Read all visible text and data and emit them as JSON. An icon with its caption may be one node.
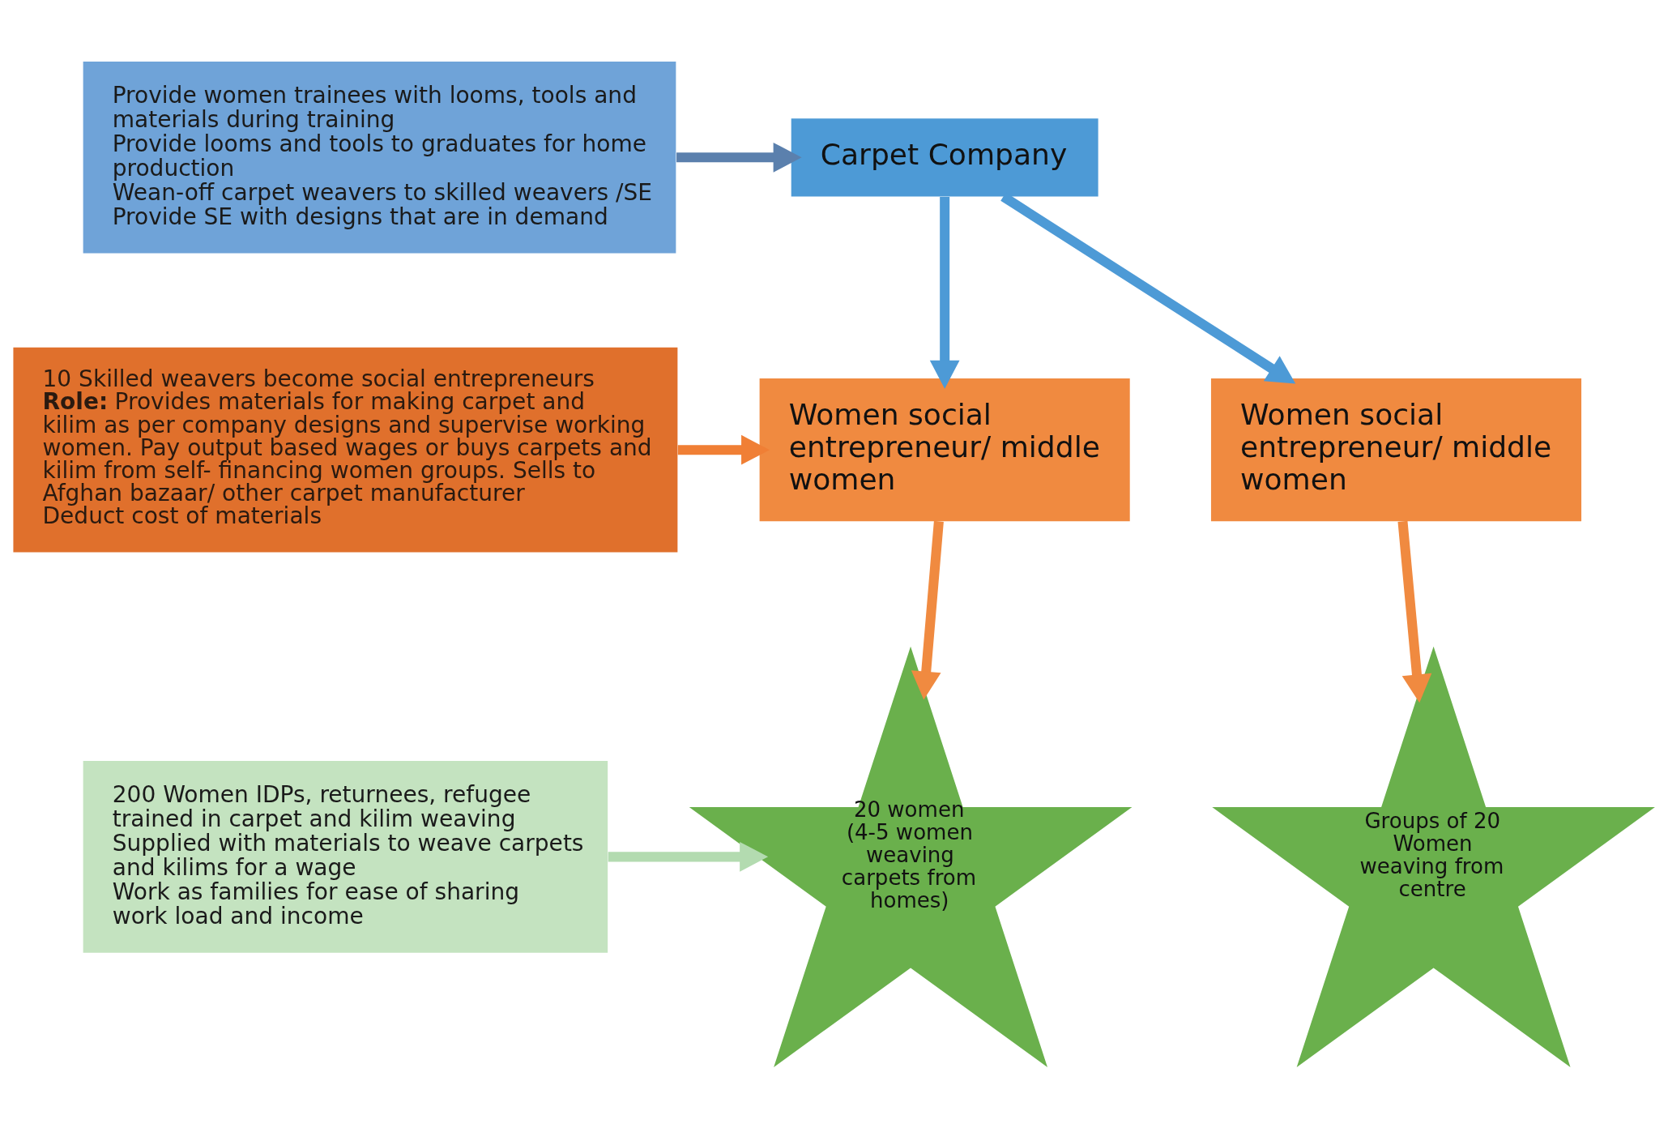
{
  "diagram": {
    "nodes": [
      {
        "text": [
          "Provide women trainees with looms, tools and materials during training",
          "Provide looms and tools to graduates for home production",
          "Wean-off carpet weavers to skilled weavers /SE",
          "Provide SE with designs that are in demand"
        ]
      },
      {
        "text": [
          "Carpet Company"
        ]
      },
      {
        "text": [
          "10 Skilled weavers become social entrepreneurs",
          "**Role:** Provides materials for making carpet and kilim as per company designs and supervise working women. Pay output based wages or buys carpets and kilim from self- financing women groups. Sells to Afghan bazaar/ other carpet manufacturer",
          "Deduct cost of materials"
        ]
      },
      {
        "text": [
          "Women social entrepreneur/ middle women"
        ]
      },
      {
        "text": [
          "Women social entrepreneur/ middle women"
        ]
      },
      {
        "text": [
          "200 Women IDPs, returnees, refugee trained in carpet and kilim weaving",
          "Supplied with materials to weave carpets and kilims for a wage",
          "Work as families for ease of sharing work load and income"
        ]
      },
      {
        "text": [
          "20 women (4-5 women weaving carpets from homes)"
        ]
      },
      {
        "text": [
          "Groups of 20 Women weaving from centre"
        ]
      }
    ],
    "edges": [
      {
        "from": 0,
        "to": 1,
        "arrow": "to",
        "color": "#5b80ad"
      },
      {
        "from": 1,
        "to": 3,
        "arrow": "to",
        "color": "#4d9ad6"
      },
      {
        "from": 1,
        "to": 4,
        "arrow": "to",
        "color": "#4d9ad6"
      },
      {
        "from": 2,
        "to": 3,
        "arrow": "to",
        "color": "#f07f35"
      },
      {
        "from": 3,
        "to": 6,
        "arrow": "to",
        "color": "#f08a40"
      },
      {
        "from": 4,
        "to": 7,
        "arrow": "to",
        "color": "#f08a40"
      },
      {
        "from": 5,
        "to": 6,
        "arrow": "to",
        "color": "#b3dbb0"
      }
    ]
  }
}
